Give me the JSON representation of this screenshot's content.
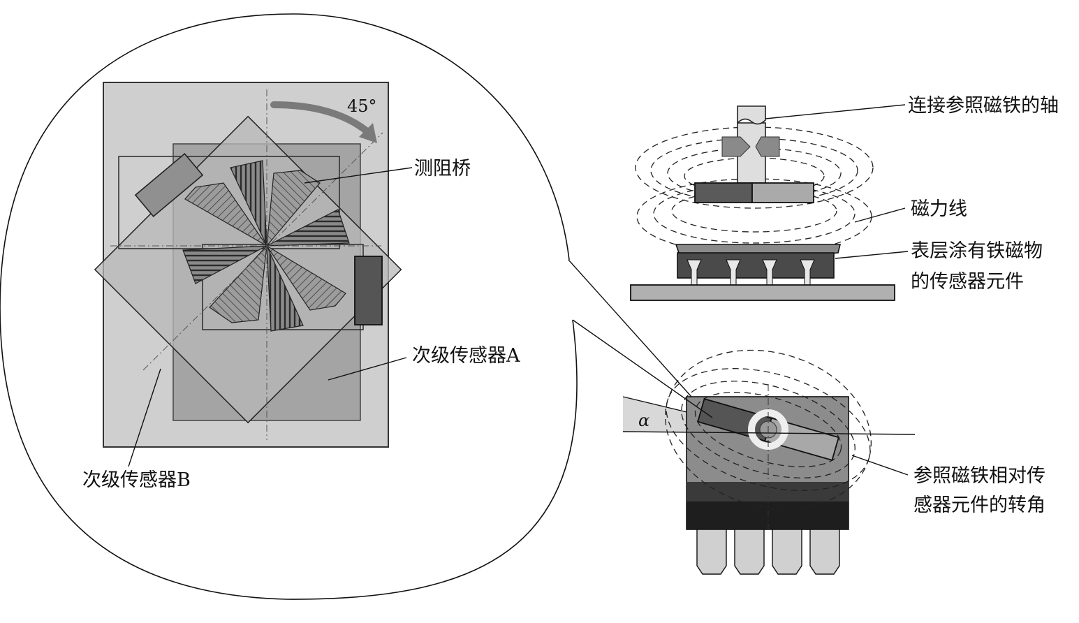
{
  "labels": {
    "angle_45": "45°",
    "bridge": "测阻桥",
    "sensor_a": "次级传感器A",
    "sensor_b": "次级传感器B",
    "shaft": "连接参照磁铁的轴",
    "field_lines": "磁力线",
    "coated_line1": "表层涂有铁磁物",
    "coated_line2": "的传感器元件",
    "rotation_line1": "参照磁铁相对传",
    "rotation_line2": "感器元件的转角",
    "alpha": "α"
  },
  "colors": {
    "ink": "#111111",
    "panel": "#c8c8c8",
    "gray_mid": "#9a9a9a",
    "gray_dark": "#4a4a4a",
    "gray_light": "#dcdcdc"
  }
}
